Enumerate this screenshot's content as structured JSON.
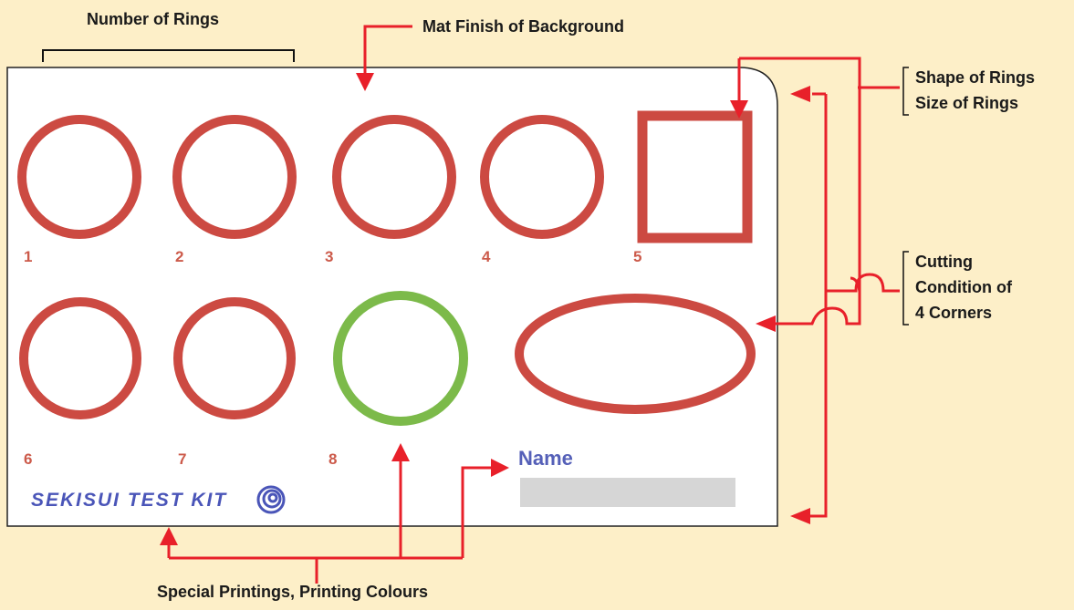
{
  "labels": {
    "number_of_rings": "Number of Rings",
    "mat_finish": "Mat Finish of Background",
    "shape_of_rings": "Shape of Rings",
    "size_of_rings": "Size of Rings",
    "cutting_condition_line1": "Cutting",
    "cutting_condition_line2": "Condition of",
    "cutting_condition_line3": "4 Corners",
    "special_printings": "Special Printings, Printing Colours"
  },
  "card": {
    "ring_numbers": [
      "1",
      "2",
      "3",
      "4",
      "5",
      "6",
      "7",
      "8"
    ],
    "brand_text": "SEKISUI TEST KIT",
    "name_label": "Name"
  },
  "colors": {
    "background": "#fdefc8",
    "card": "#ffffff",
    "ring_red": "#cc4a42",
    "ring_green": "#7cba4a",
    "arrow_red": "#e8202a",
    "brand_blue": "#4a55b8",
    "name_box": "#d6d6d6"
  }
}
